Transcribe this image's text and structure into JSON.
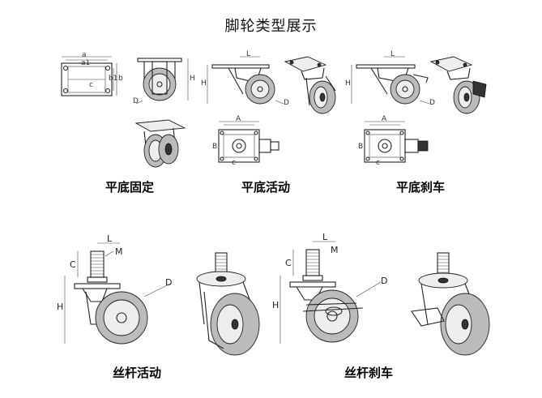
{
  "page": {
    "title": "脚轮类型展示"
  },
  "captions": {
    "flat_fixed": "平底固定",
    "flat_swivel": "平底活动",
    "flat_brake": "平底刹车",
    "thread_swivel": "丝杆活动",
    "thread_brake": "丝杆刹车"
  },
  "dims": {
    "a": "a",
    "a1": "a1",
    "b": "b",
    "b1": "b1",
    "c": "c",
    "D": "D",
    "H": "H",
    "L": "L",
    "M": "M",
    "C": "C",
    "A": "A",
    "B": "B"
  }
}
